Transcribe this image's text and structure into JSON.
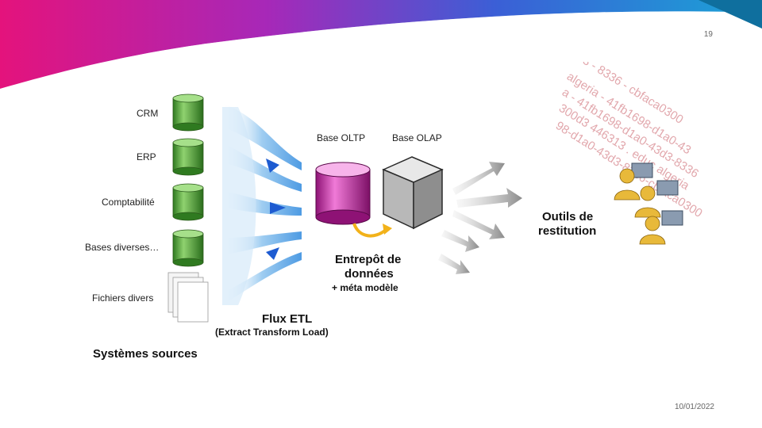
{
  "slide": {
    "number": "19",
    "date": "10/01/2022"
  },
  "sources": {
    "items": [
      "CRM",
      "ERP",
      "Comptabilité",
      "Bases diverses…",
      "Fichiers divers"
    ],
    "title": "Systèmes sources"
  },
  "etl": {
    "title": "Flux ETL",
    "subtitle": "(Extract Transform Load)"
  },
  "warehouse": {
    "oltp_label": "Base OLTP",
    "olap_label": "Base OLAP",
    "title_line1": "Entrepôt de",
    "title_line2": "données",
    "meta": "+ méta modèle"
  },
  "restitution": {
    "line1": "Outils de",
    "line2": "restitution"
  },
  "watermark": {
    "lines": [
      "3 - 8336 - cbfaca0300",
      "algeria - 41fb1698-d1a0-43",
      "a - 41fb1698-d1a0-43d3-8336",
      "300d3 446313 . educ algeria",
      "98-d1a0-43d3-8336-cbfaca0300"
    ]
  },
  "colors": {
    "accent_magenta": "#d6157a",
    "accent_blue": "#1d5bd1",
    "cylinder_green": "#3f9a2c",
    "cylinder_magenta": "#c2209c",
    "etl_blue": "#2f7fd8"
  }
}
